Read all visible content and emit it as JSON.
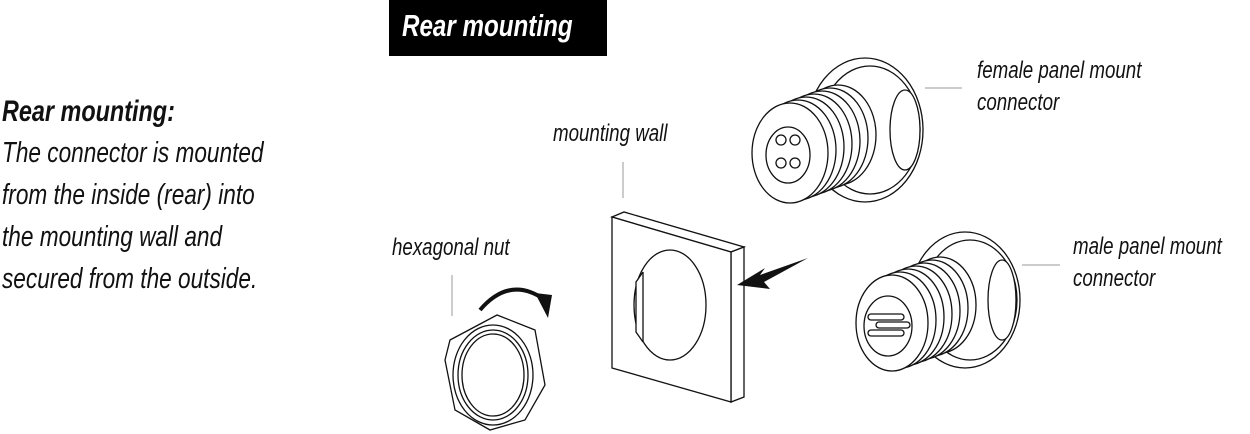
{
  "title": "Rear mounting",
  "description": {
    "heading": "Rear mounting:",
    "lines": [
      "The connector is mounted",
      "from the inside (rear) into",
      "the mounting wall and",
      "secured from the outside."
    ]
  },
  "labels": {
    "mounting_wall": "mounting wall",
    "hexagonal_nut": "hexagonal nut",
    "female_line1": "female panel mount",
    "female_line2": "connector",
    "male_line1": "male panel mount",
    "male_line2": "connector"
  }
}
